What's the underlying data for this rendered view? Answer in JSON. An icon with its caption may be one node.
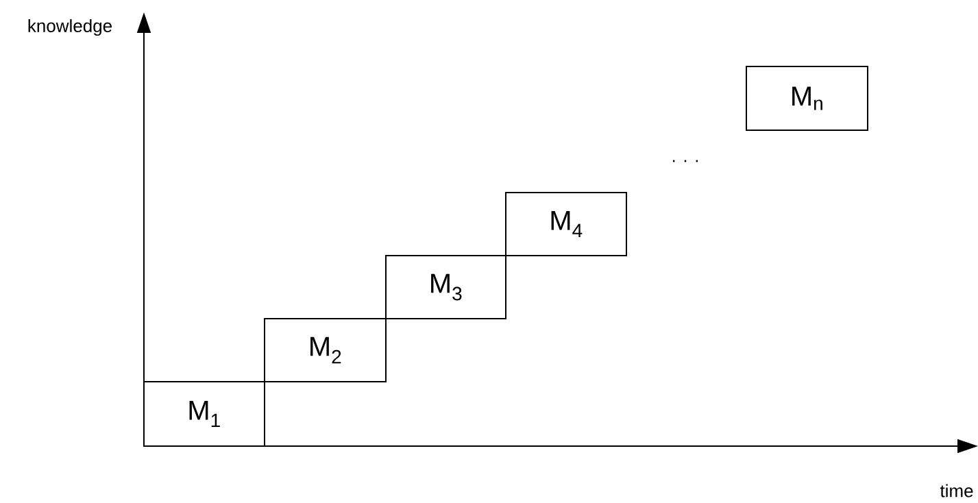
{
  "diagram": {
    "nodes": [
      {
        "text": [
          "M$_{1}$"
        ]
      },
      {
        "text": [
          "M$_{2}$"
        ]
      },
      {
        "text": [
          "M$_{3}$"
        ]
      },
      {
        "text": [
          "M$_{4}$"
        ]
      },
      {
        "text": [
          "M$_{n}$"
        ]
      }
    ],
    "labels": [
      "knowledge",
      ". . .",
      "time"
    ]
  }
}
